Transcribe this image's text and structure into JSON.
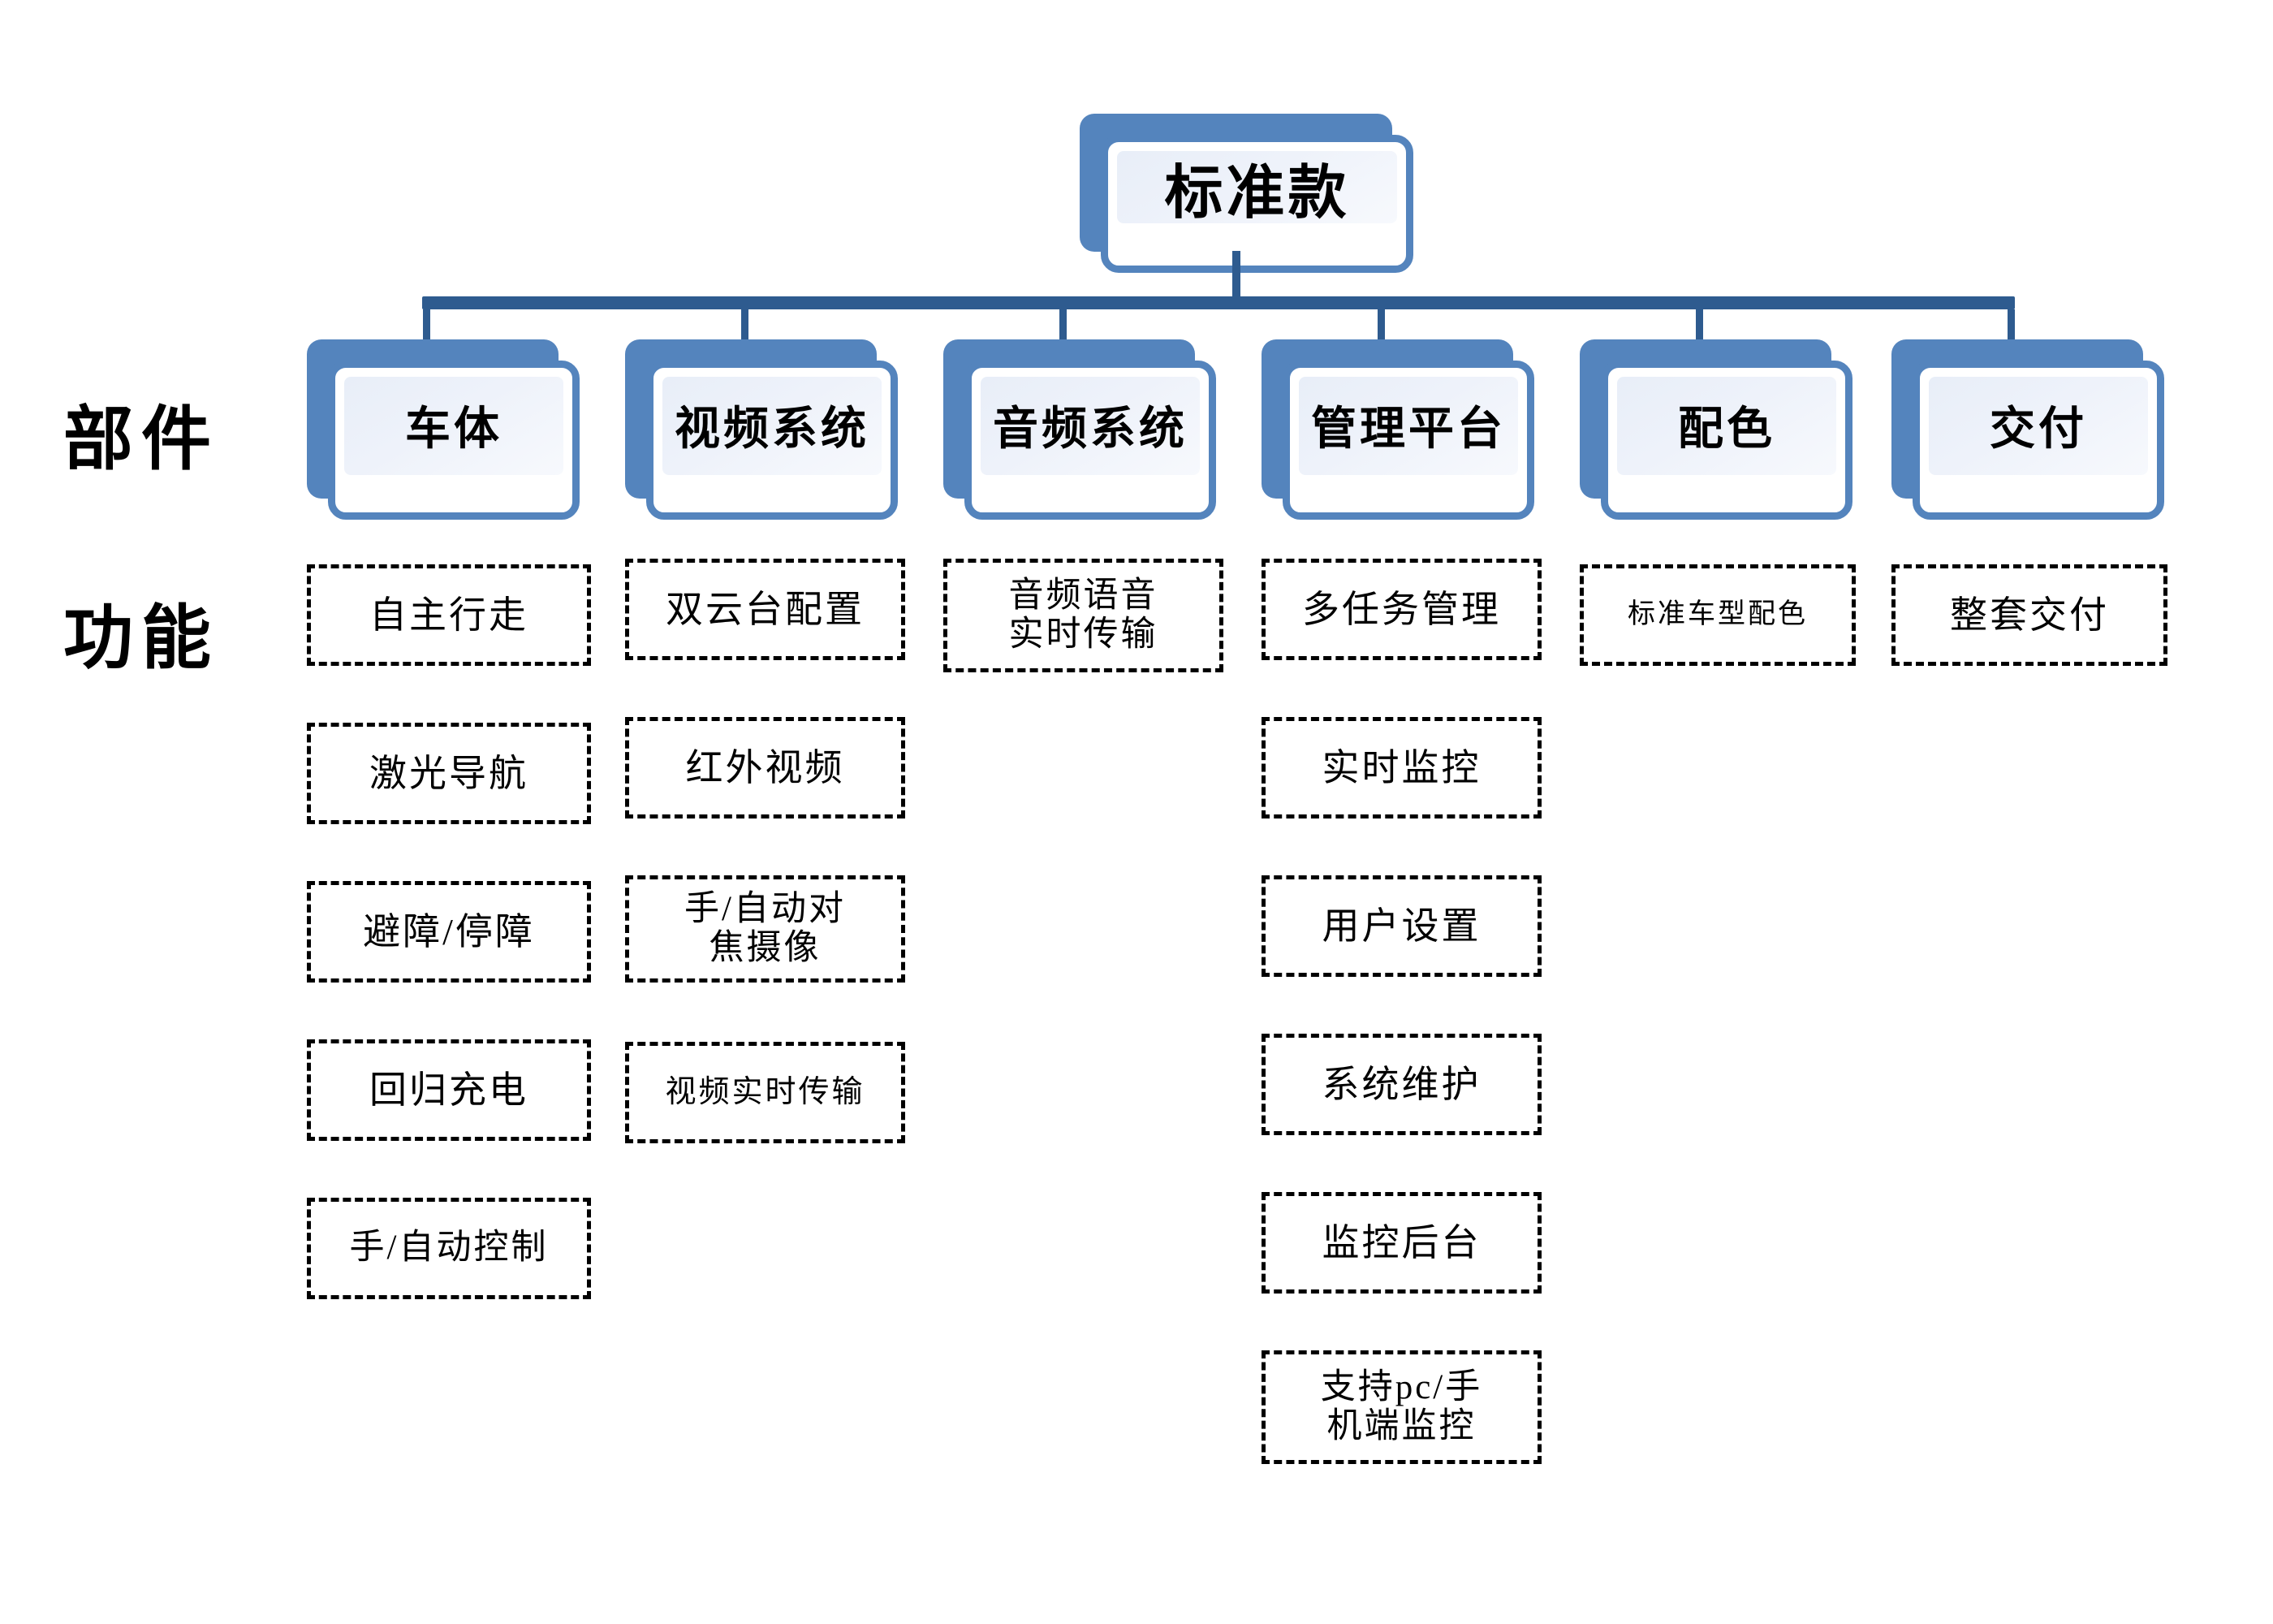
{
  "diagram": {
    "root": {
      "label": "标准款"
    },
    "row_labels": {
      "components": "部件",
      "functions": "功能"
    },
    "colors": {
      "card_blue": "#5484BD",
      "connector_blue": "#2E5B8F",
      "card_inner": "#e8eef8",
      "dashed_border": "#000000"
    },
    "components": [
      {
        "label": "车体"
      },
      {
        "label": "视频系统"
      },
      {
        "label": "音频系统"
      },
      {
        "label": "管理平台"
      },
      {
        "label": "配色"
      },
      {
        "label": "交付"
      }
    ],
    "functions": [
      {
        "component": "车体",
        "items": [
          {
            "text": "自主行走"
          },
          {
            "text": "激光导航"
          },
          {
            "text": "避障/停障"
          },
          {
            "text": "回归充电"
          },
          {
            "text": "手/自动控制"
          }
        ]
      },
      {
        "component": "视频系统",
        "items": [
          {
            "text": "双云台配置"
          },
          {
            "text": "红外视频"
          },
          {
            "text": "手/自动对焦摄像"
          },
          {
            "text": "视频实时传输"
          }
        ]
      },
      {
        "component": "音频系统",
        "items": [
          {
            "text": "音频语音实时传输"
          }
        ]
      },
      {
        "component": "管理平台",
        "items": [
          {
            "text": "多任务管理"
          },
          {
            "text": "实时监控"
          },
          {
            "text": "用户设置"
          },
          {
            "text": "系统维护"
          },
          {
            "text": "监控后台"
          },
          {
            "text": "支持pc/手机端监控"
          }
        ]
      },
      {
        "component": "配色",
        "items": [
          {
            "text": "标准车型配色"
          }
        ]
      },
      {
        "component": "交付",
        "items": [
          {
            "text": "整套交付"
          }
        ]
      }
    ]
  }
}
